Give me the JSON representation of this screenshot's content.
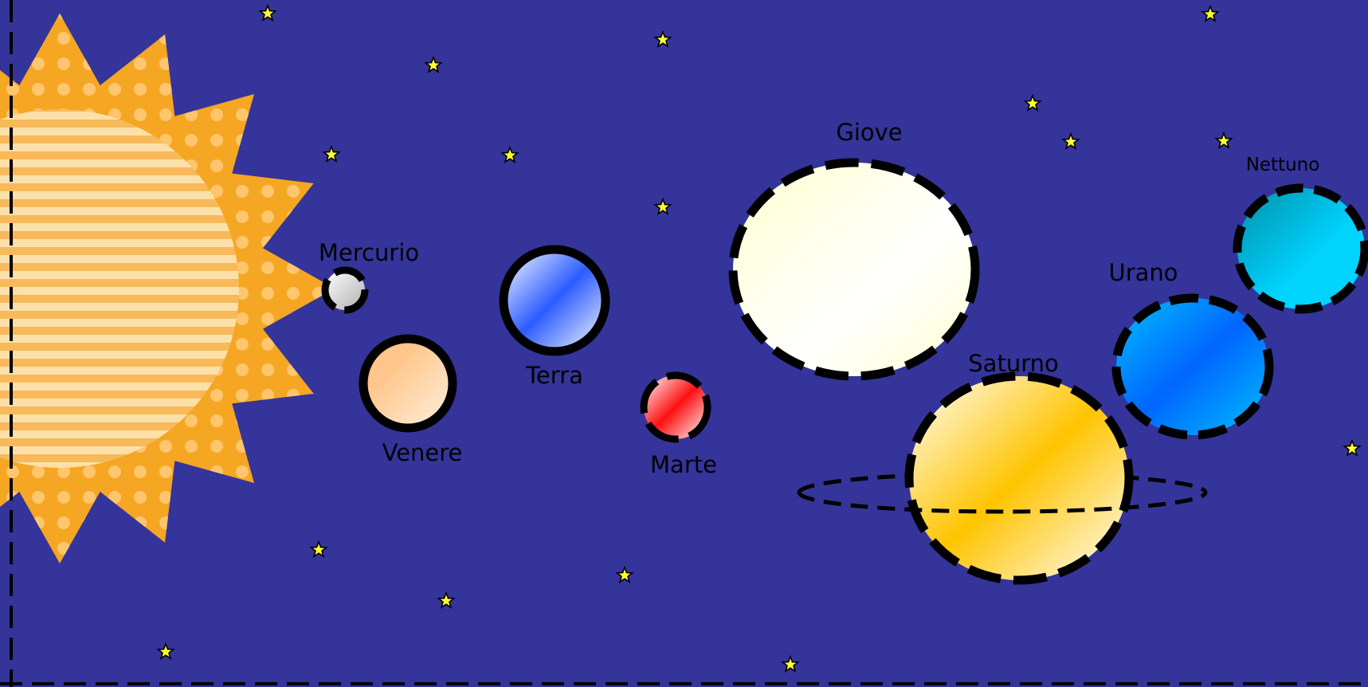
{
  "colors": {
    "background": "#34349a",
    "sun_outer": "#f5a623",
    "sun_inner": "#fbd08a",
    "star_fill": "#ffff33",
    "outline": "#000000"
  },
  "planets": {
    "mercurio": {
      "label": "Mercurio",
      "colors": [
        "#ffffff",
        "#b0b0b0"
      ]
    },
    "venere": {
      "label": "Venere",
      "colors": [
        "#ffc58a",
        "#fff0e0"
      ]
    },
    "terra": {
      "label": "Terra",
      "colors": [
        "#ffffff",
        "#2b5cff"
      ]
    },
    "marte": {
      "label": "Marte",
      "colors": [
        "#ffffff",
        "#ff1010"
      ]
    },
    "giove": {
      "label": "Giove",
      "colors": [
        "#ffffd0",
        "#ffffff"
      ]
    },
    "saturno": {
      "label": "Saturno",
      "colors": [
        "#ffffff",
        "#ffc400"
      ]
    },
    "urano": {
      "label": "Urano",
      "colors": [
        "#00bfff",
        "#0066ff"
      ]
    },
    "nettuno": {
      "label": "Nettuno",
      "colors": [
        "#008fa8",
        "#00d4ff"
      ]
    }
  },
  "icons": {
    "sun": "sun-icon",
    "star": "star-icon"
  }
}
